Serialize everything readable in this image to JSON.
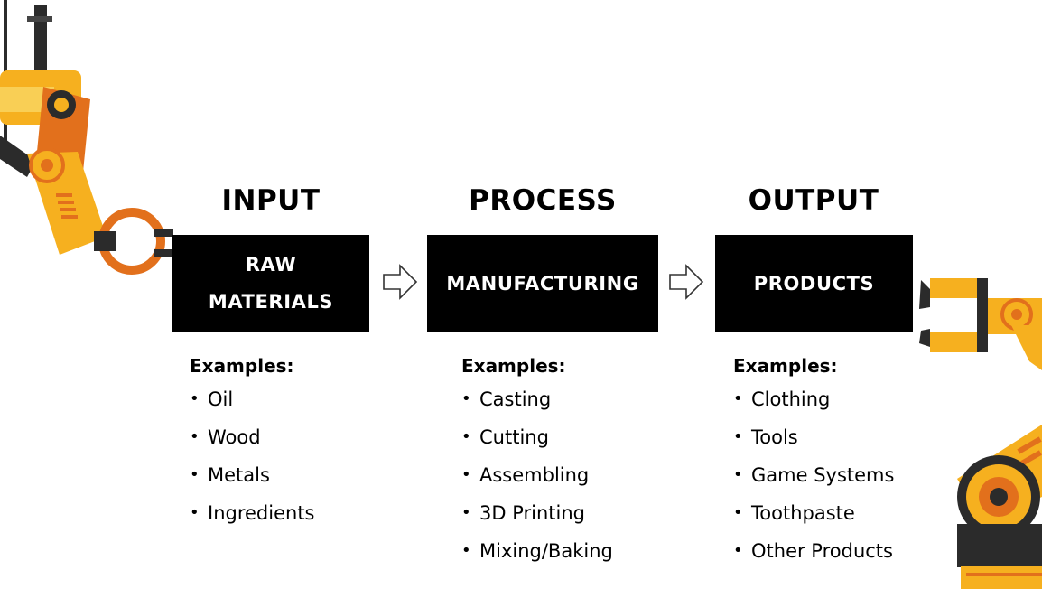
{
  "colors": {
    "box_background": "#000000",
    "box_text": "#ffffff",
    "robot_yellow": "#f6b01f",
    "robot_orange": "#e2701c",
    "robot_dark": "#2b2b2b"
  },
  "stages": [
    {
      "heading": "INPUT",
      "box": "RAW\nMATERIALS",
      "examples_title": "Examples:",
      "items": [
        "Oil",
        "Wood",
        "Metals",
        "Ingredients"
      ]
    },
    {
      "heading": "PROCESS",
      "box": "MANUFACTURING",
      "examples_title": "Examples:",
      "items": [
        "Casting",
        "Cutting",
        "Assembling",
        "3D Printing",
        "Mixing/Baking"
      ]
    },
    {
      "heading": "OUTPUT",
      "box": "PRODUCTS",
      "examples_title": "Examples:",
      "items": [
        "Clothing",
        "Tools",
        "Game Systems",
        "Toothpaste",
        "Other Products"
      ]
    }
  ],
  "icons": [
    "right-arrow-icon",
    "right-arrow-icon",
    "robot-arm-left",
    "robot-arm-right"
  ]
}
